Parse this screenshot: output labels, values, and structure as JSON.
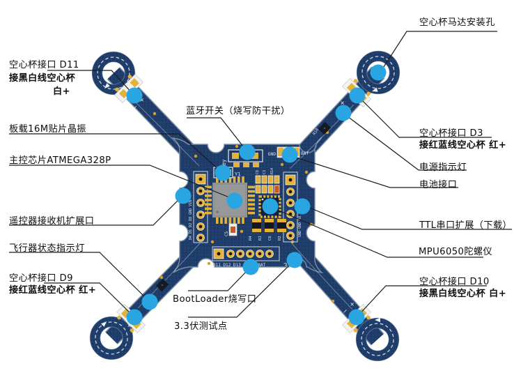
{
  "diagram": {
    "subject": "quadcopter-flight-controller-board-annotated",
    "colors": {
      "board_navy": "#1d3b66",
      "board_grid": "#30558c",
      "marker_blue": "#29a5e1",
      "pad_gold": "#e3b23c",
      "silkscreen_white": "#dde4ec",
      "chip_gray": "#8f9091",
      "leader_black": "#1b1b1b",
      "connector_white": "#f2f2f0"
    }
  },
  "labels": {
    "d11": {
      "line1": "空心杯接口 D11",
      "line2": "接黑白线空心杯",
      "line3": "白+"
    },
    "motor_hole": {
      "text": "空心杯马达安装孔"
    },
    "bluetooth_switch": {
      "text": "蓝牙开关（烧写防干扰）"
    },
    "crystal": {
      "text": "板载16M贴片晶振"
    },
    "mcu": {
      "text": "主控芯片ATMEGA328P"
    },
    "d3": {
      "line1": "空心杯接口 D3",
      "line2": "接红蓝线空心杯 红+"
    },
    "power_led": {
      "text": "电源指示灯"
    },
    "battery": {
      "text": "电池接口"
    },
    "receiver": {
      "text": "遥控器接收机扩展口"
    },
    "ttl": {
      "text": "TTL串口扩展（下载）"
    },
    "status_led": {
      "text": "飞行器状态指示灯"
    },
    "mpu": {
      "text": "MPU6050陀螺仪"
    },
    "d9": {
      "line1": "空心杯接口 D9",
      "line2": "接红蓝线空心杯 红+"
    },
    "bootloader": {
      "text": "BootLoader烧写口"
    },
    "test_point": {
      "text": "3.3伏测试点"
    },
    "d10": {
      "line1": "空心杯接口 D10",
      "line2": "接黑白线空心杯 白+"
    }
  },
  "pcb": {
    "silkscreen": {
      "key": "key",
      "y1": "Y1",
      "gnd": "GND",
      "bat": "BAT",
      "bottom_header_digital": "D11 D12 D13",
      "bottom_header_power": "GND BAT",
      "regulator": "303",
      "c5": "C5",
      "r4": "R4",
      "rj": "RJ",
      "c6": "C6",
      "r2": "R2",
      "c8": "C8",
      "c3": "C3",
      "r14": "R14",
      "r10": "R10",
      "left_header": "D4 D5 D2 D8 GND VIN",
      "right_header": "GND GND RX TX DIP",
      "plus": "+",
      "minus": "−"
    }
  }
}
